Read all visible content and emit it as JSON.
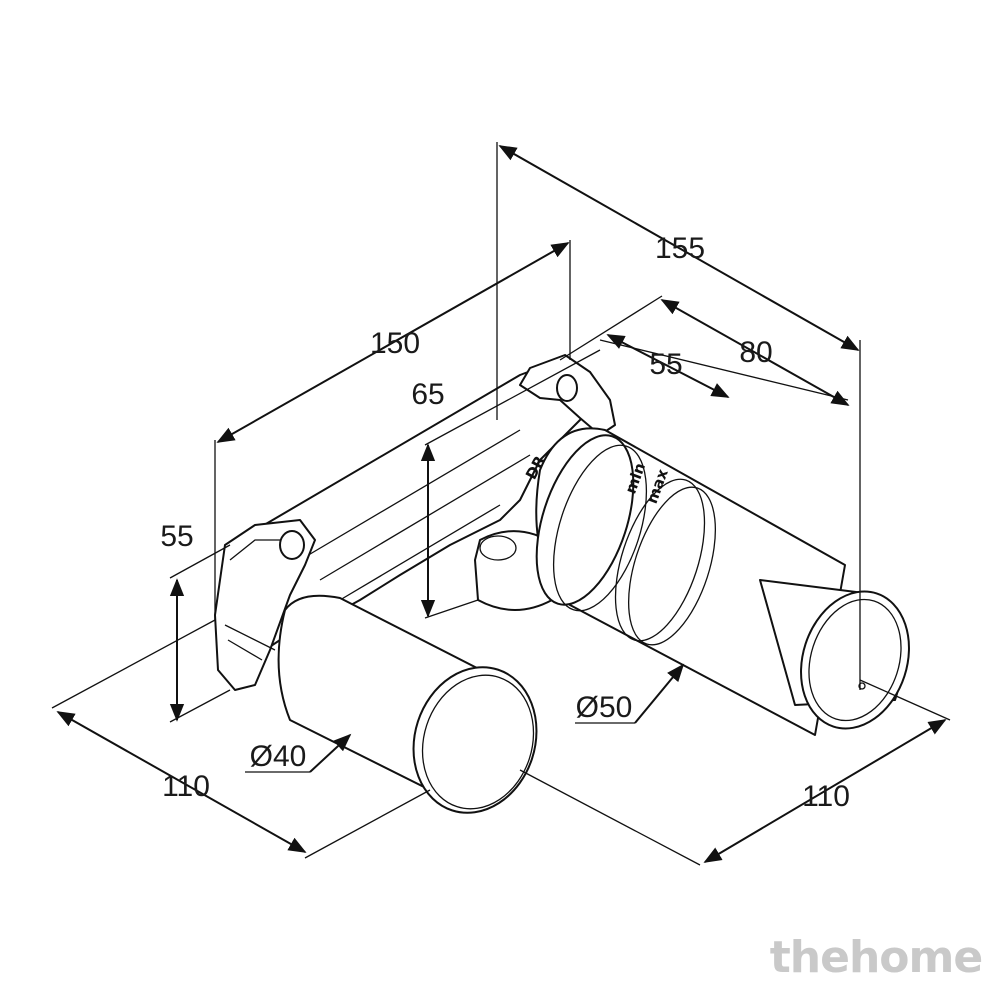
{
  "dimensions": {
    "d155": "155",
    "d150": "150",
    "d80": "80",
    "d55_top": "55",
    "d65": "65",
    "d55_left": "55",
    "d110_left": "110",
    "d110_right": "110",
    "dia50": "Ø50",
    "dia40": "Ø40"
  },
  "part_marks": {
    "cast_mark": "DR",
    "sleeve_marks": [
      "min",
      "max"
    ]
  },
  "watermark": "thehome"
}
